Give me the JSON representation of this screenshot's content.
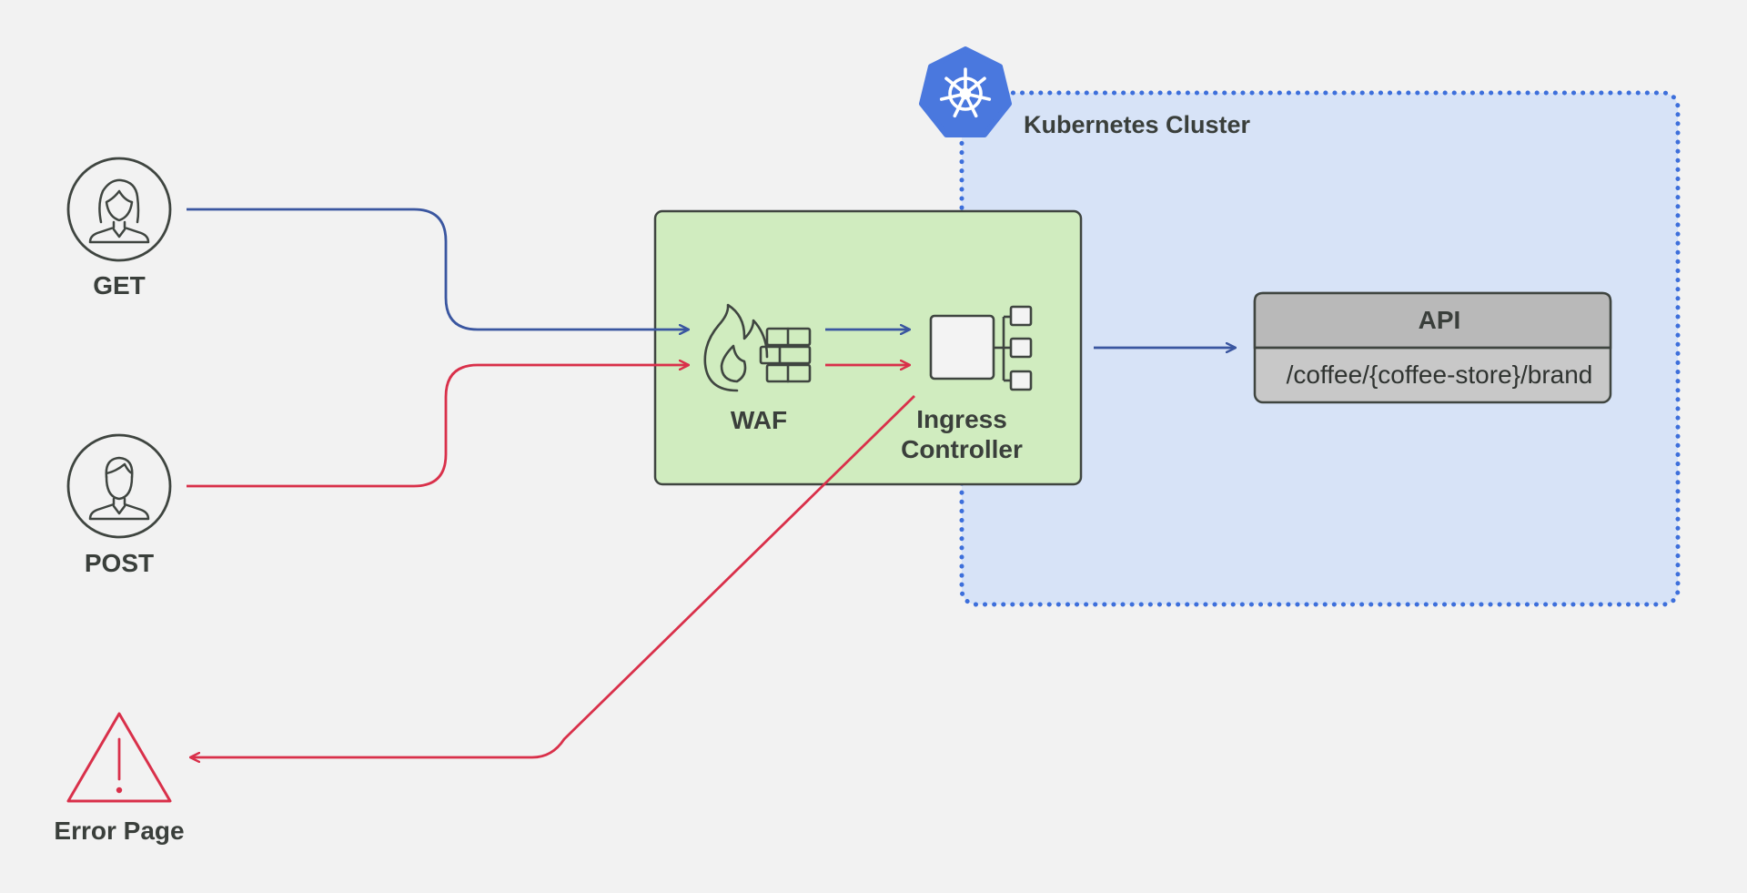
{
  "cluster": {
    "label": "Kubernetes Cluster",
    "fill_color": "#d7e3f7",
    "border_color": "#3d6fdb",
    "logo_color": "#4a78de"
  },
  "clients": [
    {
      "label": "GET",
      "icon": "user-female-icon",
      "line_color": "#3a56a0"
    },
    {
      "label": "POST",
      "icon": "user-male-icon",
      "line_color": "#d9304a"
    }
  ],
  "error": {
    "label": "Error Page",
    "icon": "warning-triangle-icon",
    "color": "#d9304a"
  },
  "gateway_box": {
    "fill_color": "#d0ecbf"
  },
  "waf": {
    "label": "WAF",
    "icon": "firewall-flame-icon"
  },
  "ingress": {
    "label_line1": "Ingress",
    "label_line2": "Controller",
    "icon": "network-hub-icon"
  },
  "api": {
    "title": "API",
    "path": "/coffee/{coffee-store}/brand",
    "header_color": "#b9b9b9",
    "body_color": "#c8c8c8"
  }
}
